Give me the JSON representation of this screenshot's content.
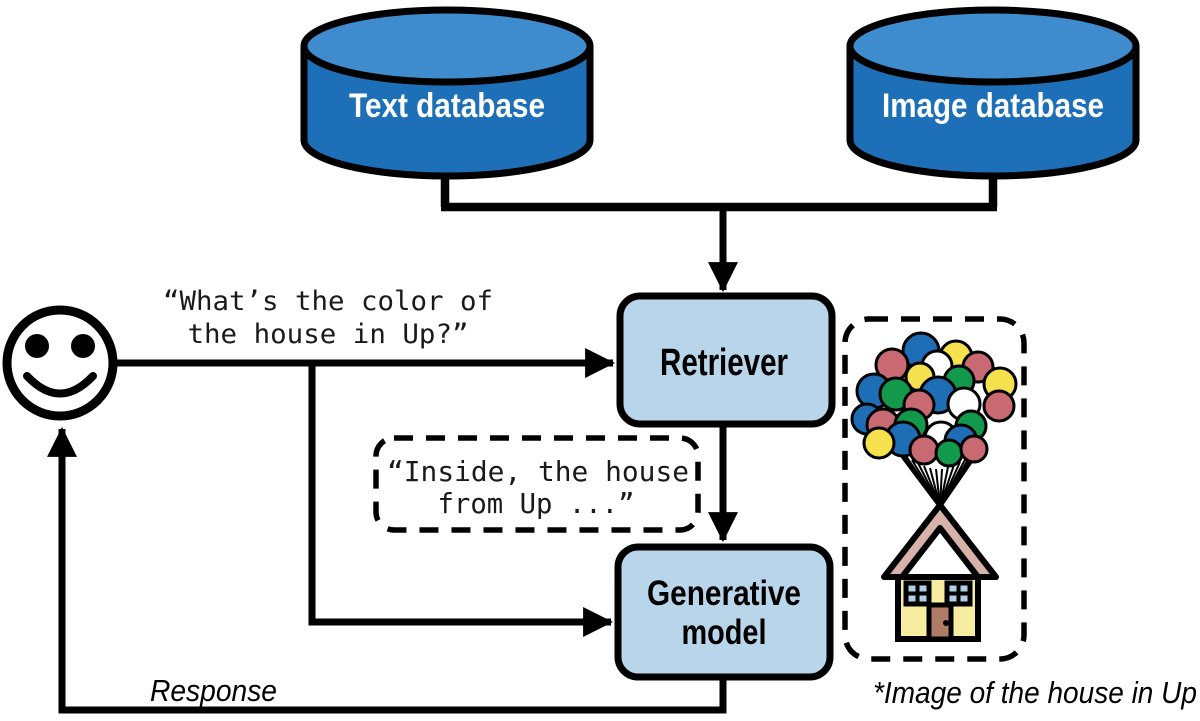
{
  "databases": {
    "text_label": "Text database",
    "image_label": "Image database"
  },
  "nodes": {
    "retriever_label": "Retriever",
    "generative_line1": "Generative",
    "generative_line2": "model"
  },
  "user_query": {
    "line1": "“What’s the color of",
    "line2": "the house in Up?”"
  },
  "retrieved_text": {
    "line1": "“Inside, the house",
    "line2": "from Up ...”"
  },
  "response_label": "Response",
  "image_caption": "*Image of the house in Up",
  "icons": {
    "user": "smiley-face",
    "database": "cylinder",
    "retrieved_image": "up-house-with-balloons"
  },
  "colors": {
    "database_blue": "#1d70b7",
    "database_top_blue": "#3e8ccd",
    "node_fill": "#b9d5ea",
    "outline": "#000000",
    "balloon_blue": "#1e6eb6",
    "balloon_red": "#c96a72",
    "balloon_yellow": "#f5e04e",
    "balloon_green": "#12994b",
    "balloon_white": "#ffffff",
    "house_body": "#f6eda0",
    "house_roof": "#d7b2ab",
    "house_door": "#b07c66",
    "house_window": "#aecfe5"
  }
}
